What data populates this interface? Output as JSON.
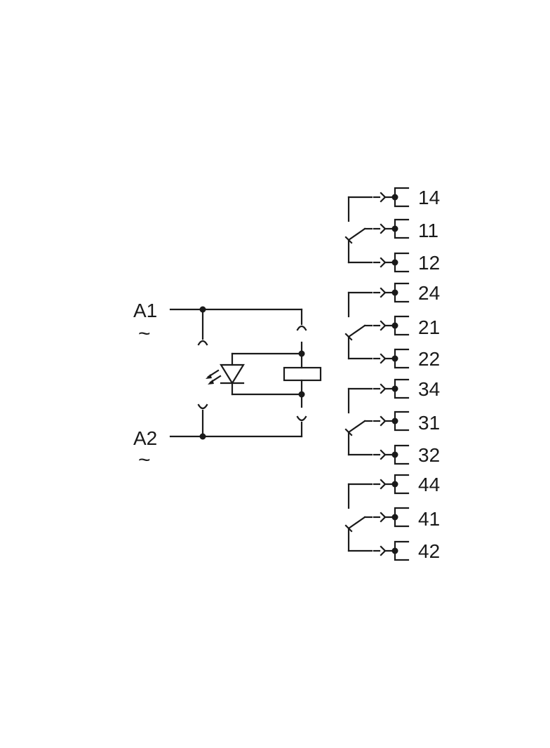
{
  "coil_inputs": [
    {
      "label": "A1",
      "symbol": "~"
    },
    {
      "label": "A2",
      "symbol": "~"
    }
  ],
  "contact_groups": [
    {
      "no": "14",
      "common": "11",
      "nc": "12"
    },
    {
      "no": "24",
      "common": "21",
      "nc": "22"
    },
    {
      "no": "34",
      "common": "31",
      "nc": "32"
    },
    {
      "no": "44",
      "common": "41",
      "nc": "42"
    }
  ],
  "colors": {
    "line": "#1a1a1a",
    "background": "#ffffff"
  }
}
